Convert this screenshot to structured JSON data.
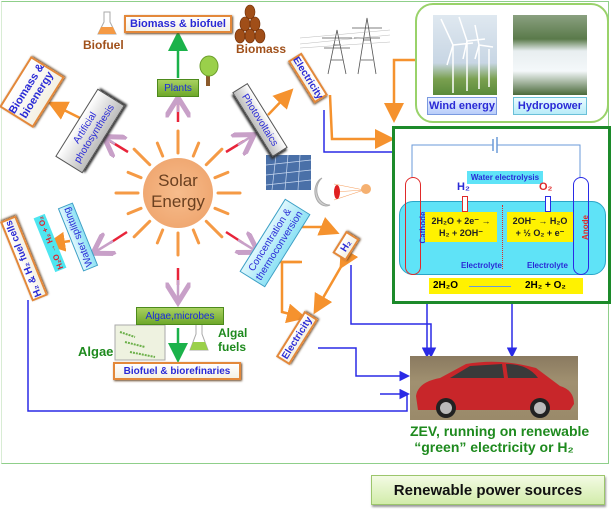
{
  "center": {
    "line1": "Solar",
    "line2": "Energy"
  },
  "top": {
    "biomass_biofuel": "Biomass & biofuel",
    "biofuel_label": "Biofuel",
    "biomass_label": "Biomass",
    "plants": "Plants"
  },
  "left": {
    "biomass_bioenergy_line1": "Biomass &",
    "biomass_bioenergy_line2": "bioenergy",
    "artificial_line1": "Artificial",
    "artificial_line2": "photosynthesis",
    "water_splitting": "Water splitting",
    "water_reaction": "H₂O → H₂ + O₂",
    "fuel_cells": "H₂ & H₂ fuel cells"
  },
  "right": {
    "photovoltaics": "Photovoltaics",
    "electricity_top": "Electricity",
    "concentration_line1": "Concentration &",
    "concentration_line2": "thermoconversion",
    "h2_box": "H₂",
    "electricity_bottom": "Electricity"
  },
  "bottom": {
    "algae_microbes": "Algae,microbes",
    "algae_label": "Algae",
    "algal_fuels_line1": "Algal",
    "algal_fuels_line2": "fuels",
    "biorefinaries": "Biofuel & biorefinaries"
  },
  "renewables": {
    "wind": "Wind energy",
    "hydro": "Hydropower"
  },
  "electrolysis": {
    "title": "Water electrolysis",
    "h2": "H₂",
    "o2": "O₂",
    "cathode": "Cathode",
    "anode": "Anode",
    "cathode_reaction_line1": "2H₂O + 2e⁻ →",
    "cathode_reaction_line2": "H₂ + 2OH⁻",
    "anode_reaction_line1": "2OH⁻ → H₂O",
    "anode_reaction_line2": "+ ½ O₂ + e⁻",
    "electrolyte_left": "Electrolyte",
    "electrolyte_right": "Electrolyte",
    "overall_left": "2H₂O",
    "overall_right": "2H₂  +  O₂"
  },
  "car": {
    "caption_line1": "ZEV, running on renewable",
    "caption_line2": "“green” electricity or H₂"
  },
  "footer": {
    "caption": "Renewable power sources"
  },
  "colors": {
    "sun": "#f4b482",
    "ray": "#f59a45",
    "arrow_red": "#e8243a",
    "arrow_purple": "#c8a0c8",
    "orange": "#f5922e",
    "blue_line": "#2a2ae6",
    "green_arrow": "#1bb24a",
    "electrolyte": "#5fe3f7",
    "reaction_bg": "#fff200"
  }
}
